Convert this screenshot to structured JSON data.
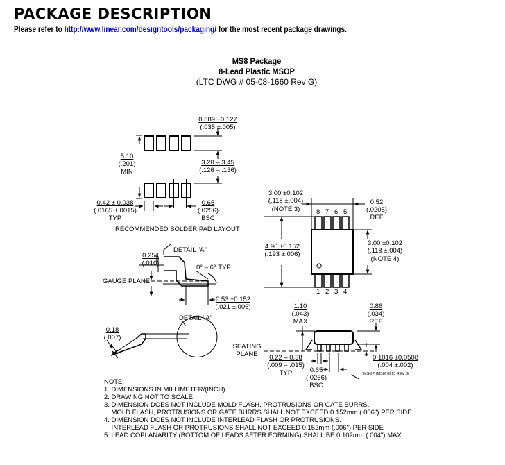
{
  "section_heading": "PACKAGE DESCRIPTION",
  "reference": {
    "prefix": "Please refer to",
    "link": "http://www.linear.com/designtools/packaging/",
    "suffix": "for the most recent package drawings."
  },
  "package": {
    "name": "MS8 Package",
    "description": "8-Lead Plastic MSOP",
    "drawing": "(LTC DWG # 05-08-1660 Rev G)"
  },
  "pad_layout": {
    "caption": "RECOMMENDED SOLDER PAD LAYOUT",
    "pad_length_mm": "0.889 ±0.127",
    "pad_length_in": "(.035 ±.005)",
    "row_gap_mm": "5.10",
    "row_gap_in": "(.201)",
    "row_gap_note": "MIN",
    "span_mm": "3.20 – 3.45",
    "span_in": "(.126 – .136)",
    "pad_width_mm": "0.42 ± 0.038",
    "pad_width_in": "(.0165 ±.0015)",
    "pad_width_note": "TYP",
    "pitch_mm": "0.65",
    "pitch_in": "(.0256)",
    "pitch_note": "BSC"
  },
  "top_view": {
    "width_mm": "3.00 ±0.102",
    "width_in": "(.118 ±.004)",
    "width_note": "(NOTE 3)",
    "ref_mm": "0.52",
    "ref_in": "(.0205)",
    "ref_note": "REF",
    "length_mm": "4.90 ±0.152",
    "length_in": "(.193 ±.006)",
    "body_mm": "3.00 ±0.102",
    "body_in": "(.118 ±.004)",
    "body_note": "(NOTE 4)",
    "pins_top": [
      "8",
      "7",
      "6",
      "5"
    ],
    "pins_bottom": [
      "1",
      "2",
      "3",
      "4"
    ]
  },
  "gauge_view": {
    "detail": "DETAIL \"A\"",
    "lead_mm": "0.254",
    "lead_in": "(.010)",
    "angle": "0° – 6° TYP",
    "gauge_plane": "GAUGE PLANE",
    "foot_mm": "0.53 ±0.152",
    "foot_in": "(.021 ±.006)"
  },
  "detail_view": {
    "detail": "DETAIL \"A\"",
    "lead_mm": "0.18",
    "lead_in": "(.007)"
  },
  "side_view": {
    "height_mm": "1.10",
    "height_in": "(.043)",
    "height_note": "MAX",
    "ref_mm": "0.86",
    "ref_in": "(.034)",
    "ref_note": "REF",
    "seating_1": "SEATING",
    "seating_2": "PLANE",
    "lead_mm": "0.22 – 0.38",
    "lead_in": "(.009 – .015)",
    "lead_note": "TYP",
    "pitch_mm": "0.65",
    "pitch_in": "(.0256)",
    "pitch_note": "BSC",
    "standoff_mm": "0.1016 ±0.0508",
    "standoff_in": "(.004 ±.002)",
    "rev": "MSOP (MS8) 0213 REV G"
  },
  "notes": {
    "title": "NOTE:",
    "lines": [
      "1. DIMENSIONS IN MILLIMETER/(INCH)",
      "2. DRAWING NOT TO SCALE",
      "3. DIMENSION DOES NOT INCLUDE MOLD FLASH, PROTRUSIONS OR GATE BURRS.",
      "    MOLD FLASH, PROTRUSIONS OR GATE BURRS SHALL NOT EXCEED 0.152mm (.006\") PER SIDE",
      "4. DIMENSION DOES NOT INCLUDE INTERLEAD FLASH OR PROTRUSIONS.",
      "    INTERLEAD FLASH OR PROTRUSIONS SHALL NOT EXCEED 0.152mm (.006\") PER SIDE",
      "5. LEAD COPLANARITY (BOTTOM OF LEADS AFTER FORMING) SHALL BE 0.102mm (.004\") MAX"
    ]
  }
}
